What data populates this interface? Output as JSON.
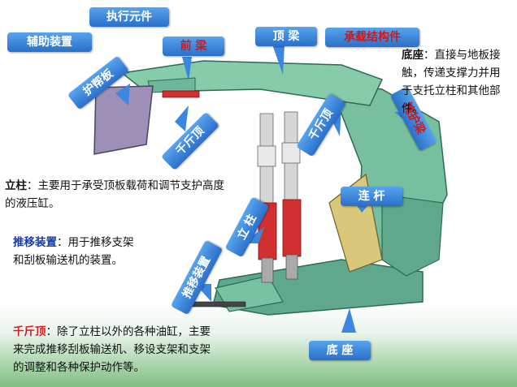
{
  "callouts": {
    "execution": "执行元件",
    "auxiliary": "辅助装置",
    "front_beam": "前  梁",
    "top_beam": "顶  梁",
    "load_bearing": "承载结构件",
    "guard_plate": "护帮板",
    "jack_left": "千斤顶",
    "jack_right": "千斤顶",
    "shield": "掩护梁",
    "connecting_rod": "连  杆",
    "column": "立  柱",
    "push_device": "推移装置",
    "base": "底  座"
  },
  "descriptions": {
    "base": {
      "term": "底座",
      "text": "：直接与地板接触，传递支撑力并用于支托立柱和其他部件。"
    },
    "column": {
      "term": "立柱",
      "text": "：主要用于承受顶板载荷和调节支护高度的液压缸。"
    },
    "push": {
      "term": "推移装置",
      "text": "：用于推移支架和刮板输送机的装置。"
    },
    "jack": {
      "term": "千斤顶",
      "text": "：除了立柱以外的各种油缸，主要来完成推移刮板输送机、移设支架和支架的调整和各种保护动作等。"
    }
  },
  "colors": {
    "callout_blue": "#2a6fc9",
    "support_green": "#6fb79a",
    "column_red": "#d23030",
    "term_blue": "#1a3aa8",
    "term_red": "#d41d1d"
  }
}
